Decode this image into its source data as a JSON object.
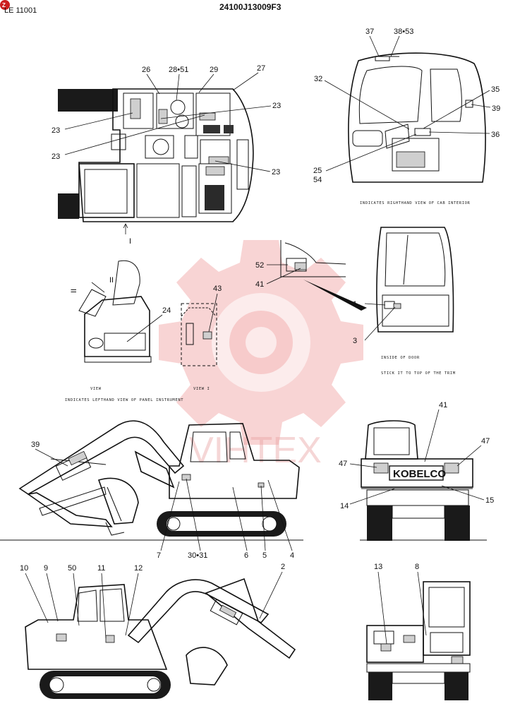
{
  "header": {
    "left_code": "LE 11001",
    "part_number": "24100J13009F3"
  },
  "watermark": {
    "text": "VIHTEX",
    "color": "#e66a6a"
  },
  "colors": {
    "logo_badge": "#cc1f1f",
    "line": "#111111"
  },
  "captions": {
    "cab_interior": "INDICATES RIGHTHAND VIEW OF CAB INTERIOR",
    "door_inside": "INSIDE OF DOOR",
    "door_trim": "STICK IT TO TOP OF THE TRIM",
    "view_label": "VIEW",
    "view_one": "VIEW I",
    "panel_instrument": "INDICATES LEFTHAND VIEW OF PANEL INSTRUMENT",
    "view_marker_1": "I",
    "view_marker_2": "II",
    "brand": "KOBELCO"
  },
  "callouts": [
    {
      "id": "c26",
      "text": "26"
    },
    {
      "id": "c2851",
      "text": "28•51"
    },
    {
      "id": "c29",
      "text": "29"
    },
    {
      "id": "c27",
      "text": "27"
    },
    {
      "id": "c23a",
      "text": "23"
    },
    {
      "id": "c23b",
      "text": "23"
    },
    {
      "id": "c23c",
      "text": "23"
    },
    {
      "id": "c23d",
      "text": "23"
    },
    {
      "id": "c37",
      "text": "37"
    },
    {
      "id": "c3853",
      "text": "38•53"
    },
    {
      "id": "c32",
      "text": "32"
    },
    {
      "id": "c35",
      "text": "35"
    },
    {
      "id": "c39a",
      "text": "39"
    },
    {
      "id": "c36",
      "text": "36"
    },
    {
      "id": "c25",
      "text": "25"
    },
    {
      "id": "c54",
      "text": "54"
    },
    {
      "id": "c52",
      "text": "52"
    },
    {
      "id": "c41a",
      "text": "41"
    },
    {
      "id": "c43",
      "text": "43"
    },
    {
      "id": "c24",
      "text": "24"
    },
    {
      "id": "c39b",
      "text": "39"
    },
    {
      "id": "c41b",
      "text": "41"
    },
    {
      "id": "c1",
      "text": "1"
    },
    {
      "id": "c3",
      "text": "3"
    },
    {
      "id": "c47a",
      "text": "47"
    },
    {
      "id": "c47b",
      "text": "47"
    },
    {
      "id": "c14",
      "text": "14"
    },
    {
      "id": "c15",
      "text": "15"
    },
    {
      "id": "c7",
      "text": "7"
    },
    {
      "id": "c3031",
      "text": "30•31"
    },
    {
      "id": "c6",
      "text": "6"
    },
    {
      "id": "c5",
      "text": "5"
    },
    {
      "id": "c4",
      "text": "4"
    },
    {
      "id": "c10",
      "text": "10"
    },
    {
      "id": "c9",
      "text": "9"
    },
    {
      "id": "c50",
      "text": "50"
    },
    {
      "id": "c11",
      "text": "11"
    },
    {
      "id": "c12",
      "text": "12"
    },
    {
      "id": "c2",
      "text": "2"
    },
    {
      "id": "c13",
      "text": "13"
    },
    {
      "id": "c8",
      "text": "8"
    }
  ]
}
